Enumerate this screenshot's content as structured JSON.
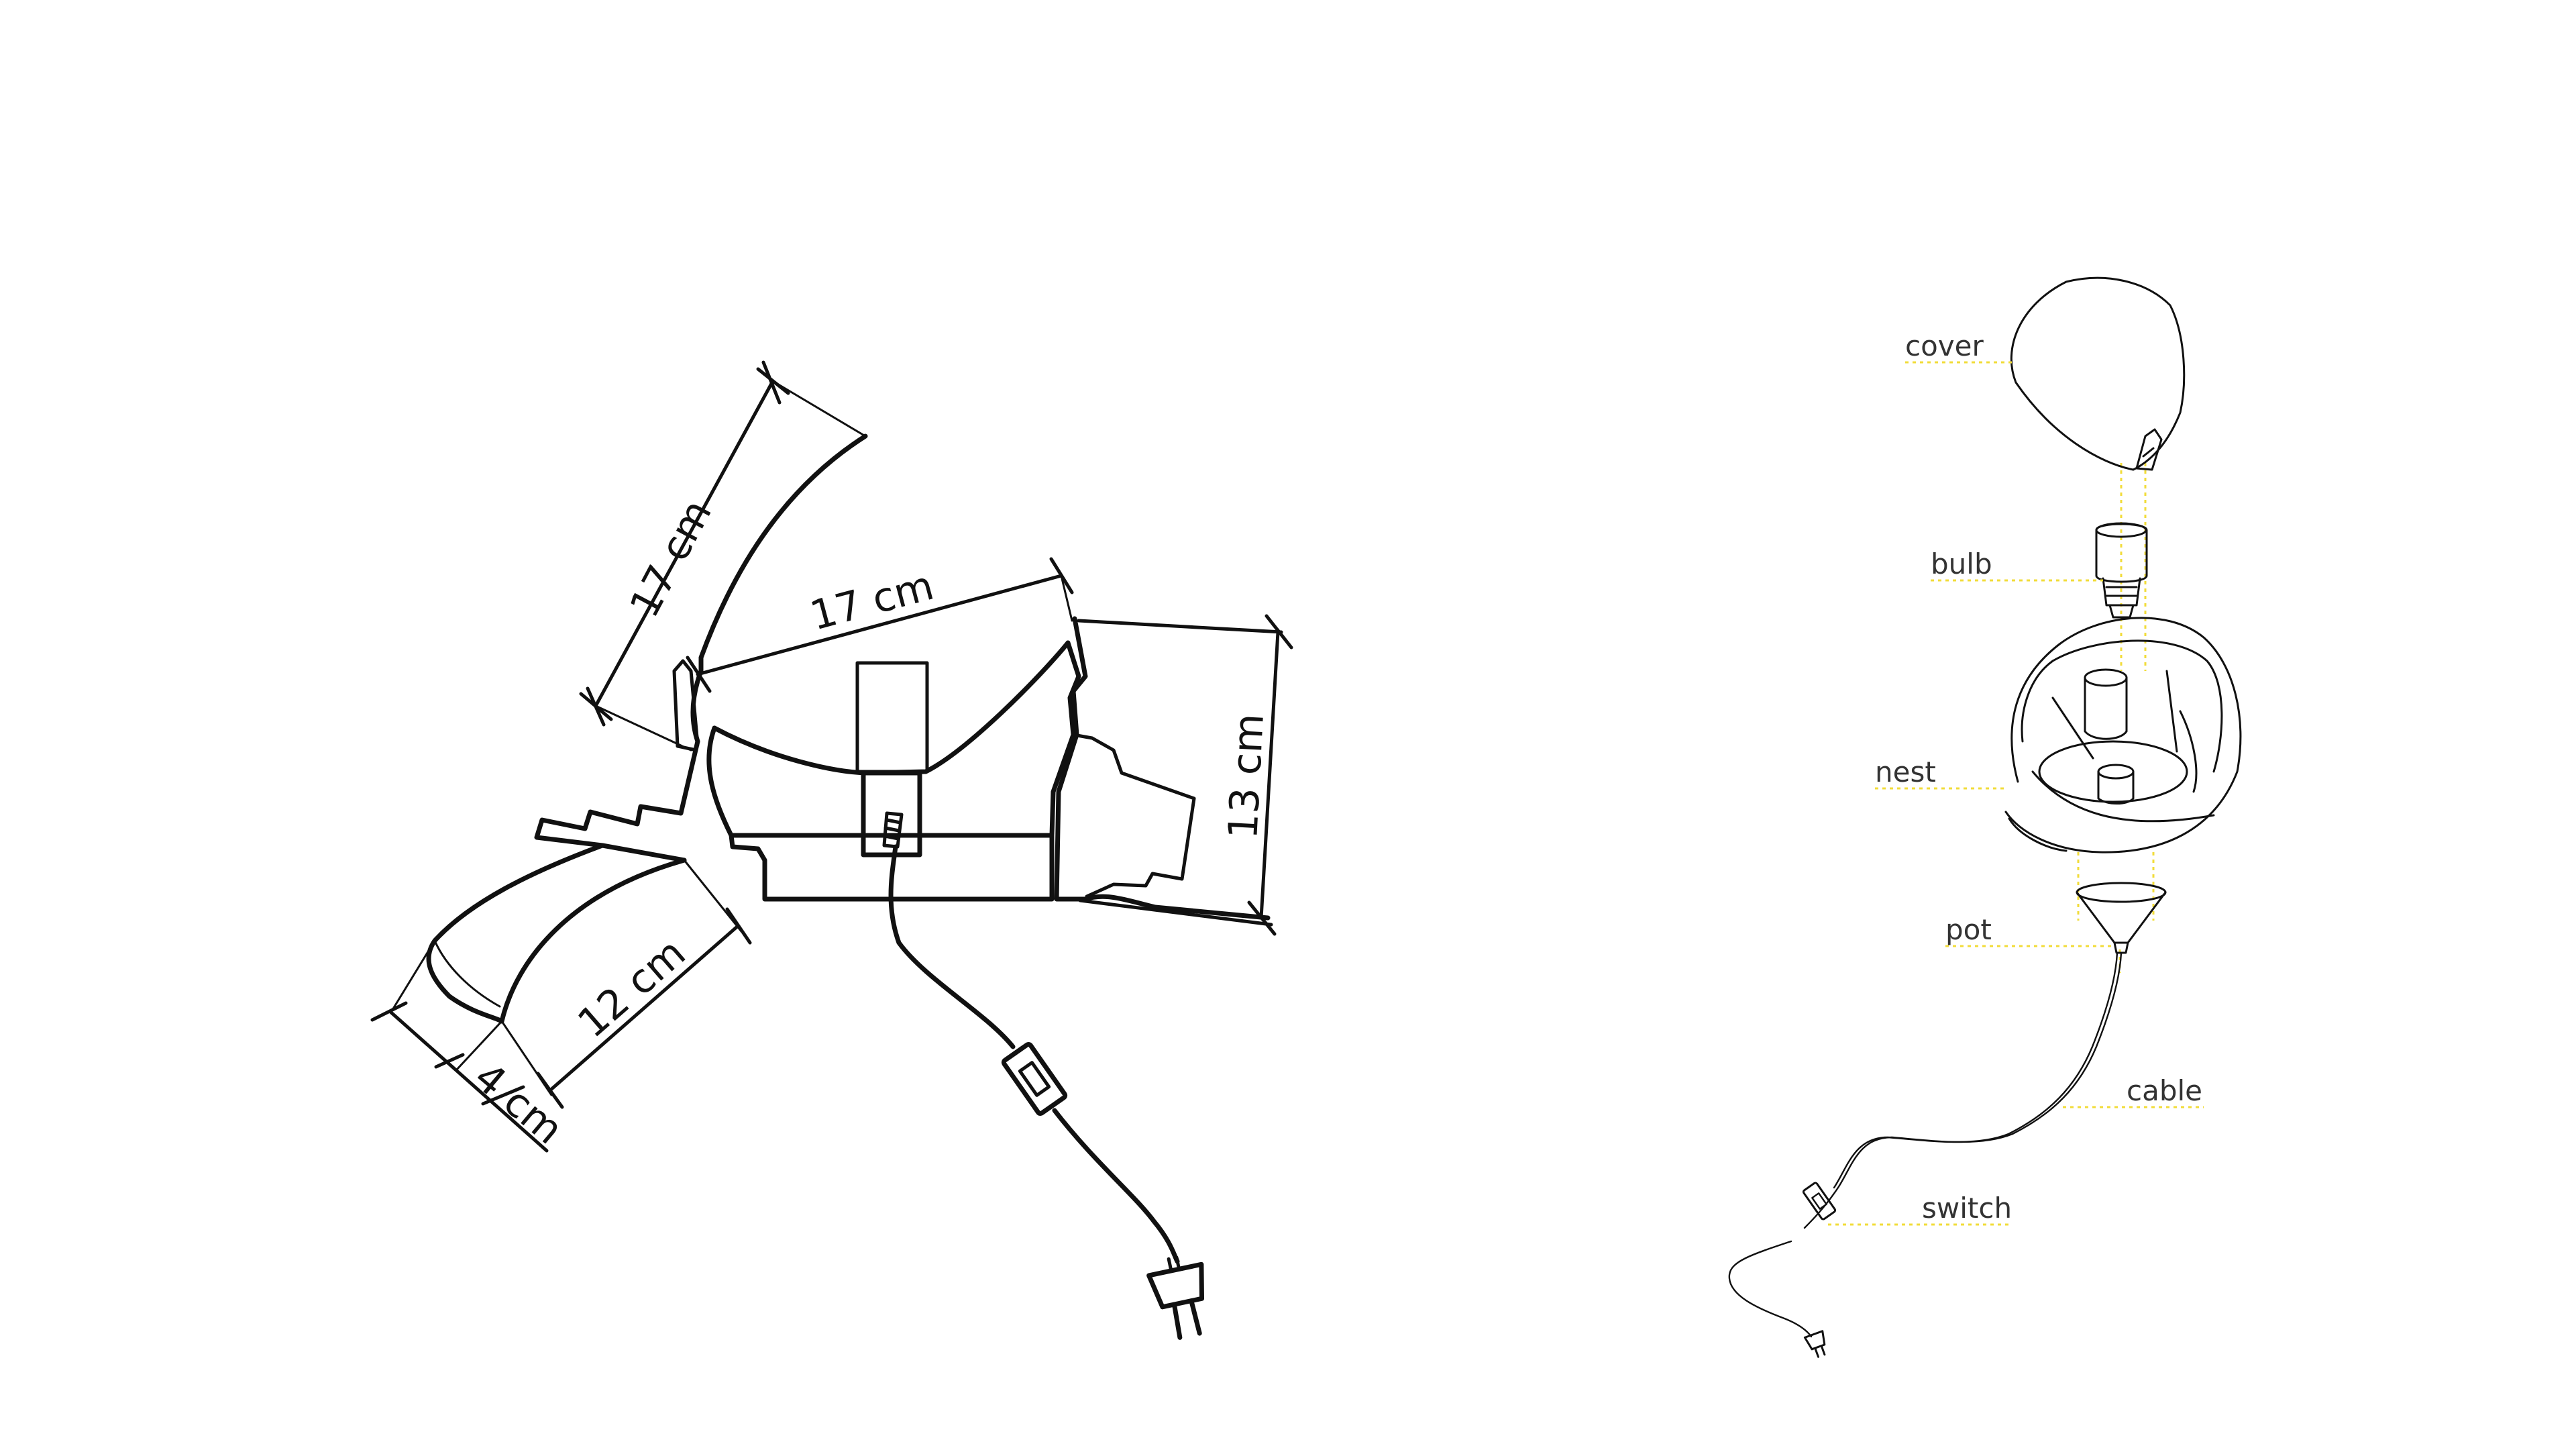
{
  "dimensions": {
    "top_left_length": "17 cm",
    "top_width": "17 cm",
    "right_height": "13 cm",
    "lower_length": "12 cm",
    "lower_width": "4 cm"
  },
  "parts": {
    "cover": "cover",
    "bulb": "bulb",
    "nest": "nest",
    "pot": "pot",
    "cable": "cable",
    "switch": "switch"
  },
  "colors": {
    "ink": "#111111",
    "leader": "#f2dc3a",
    "label": "#333333"
  }
}
